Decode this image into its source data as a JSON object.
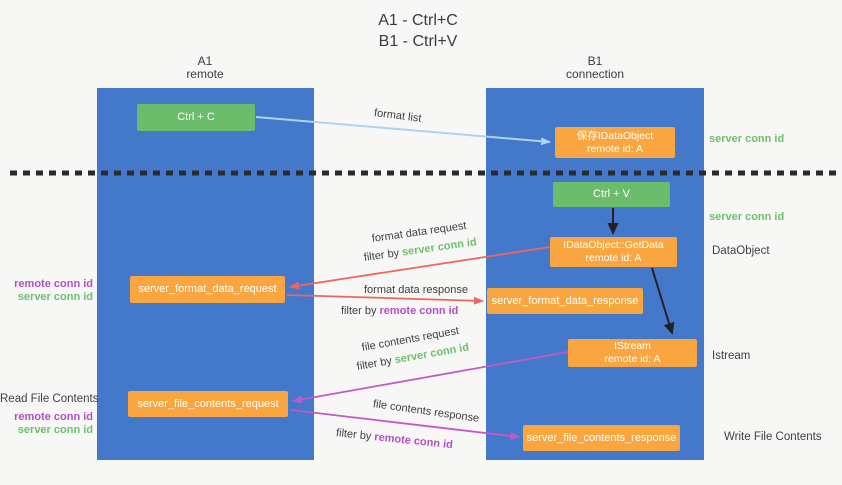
{
  "title": {
    "line1": "A1 - Ctrl+C",
    "line2": "B1 - Ctrl+V"
  },
  "lanes": {
    "left": {
      "header_top": "A1",
      "header_bottom": "remote"
    },
    "right": {
      "header_top": "B1",
      "header_bottom": "connection"
    }
  },
  "boxes": {
    "ctrl_c": "Ctrl + C",
    "ctrl_v": "Ctrl + V",
    "save_dataobject": {
      "line1": "保存IDataObject",
      "line2": "remote id: A"
    },
    "getdata": {
      "line1": "IDataObject::GetData",
      "line2": "remote id: A"
    },
    "istream": {
      "line1": "IStream",
      "line2": "remote id: A"
    },
    "server_format_data_request": "server_format_data_request",
    "server_format_data_response": "server_format_data_response",
    "server_file_contents_request": "server_file_contents_request",
    "server_file_contents_response": "server_file_contents_response"
  },
  "arrow_labels": {
    "format_list": "format list",
    "format_data_request": "format data request",
    "format_data_response": "format data response",
    "file_contents_request": "file contents request",
    "file_contents_response": "file contents response",
    "filter_by": "filter by"
  },
  "shared": {
    "server_conn_id": "server conn id",
    "remote_conn_id": "remote conn id"
  },
  "side_labels": {
    "dataobject": "DataObject",
    "istream": "Istream",
    "read_file_contents": "Read File Contents",
    "write_file_contents": "Write File Contents"
  },
  "colors": {
    "lane_blue": "#4478cb",
    "box_green": "#6cbd6b",
    "box_orange": "#f9a640",
    "arrow_blue": "#aad4f2",
    "arrow_red": "#ef6661",
    "arrow_magenta": "#c558c5",
    "arrow_black": "#222222",
    "dotted_line": "#2b2b2b",
    "text_green": "#6fbf70",
    "text_purple": "#b44fc8"
  }
}
